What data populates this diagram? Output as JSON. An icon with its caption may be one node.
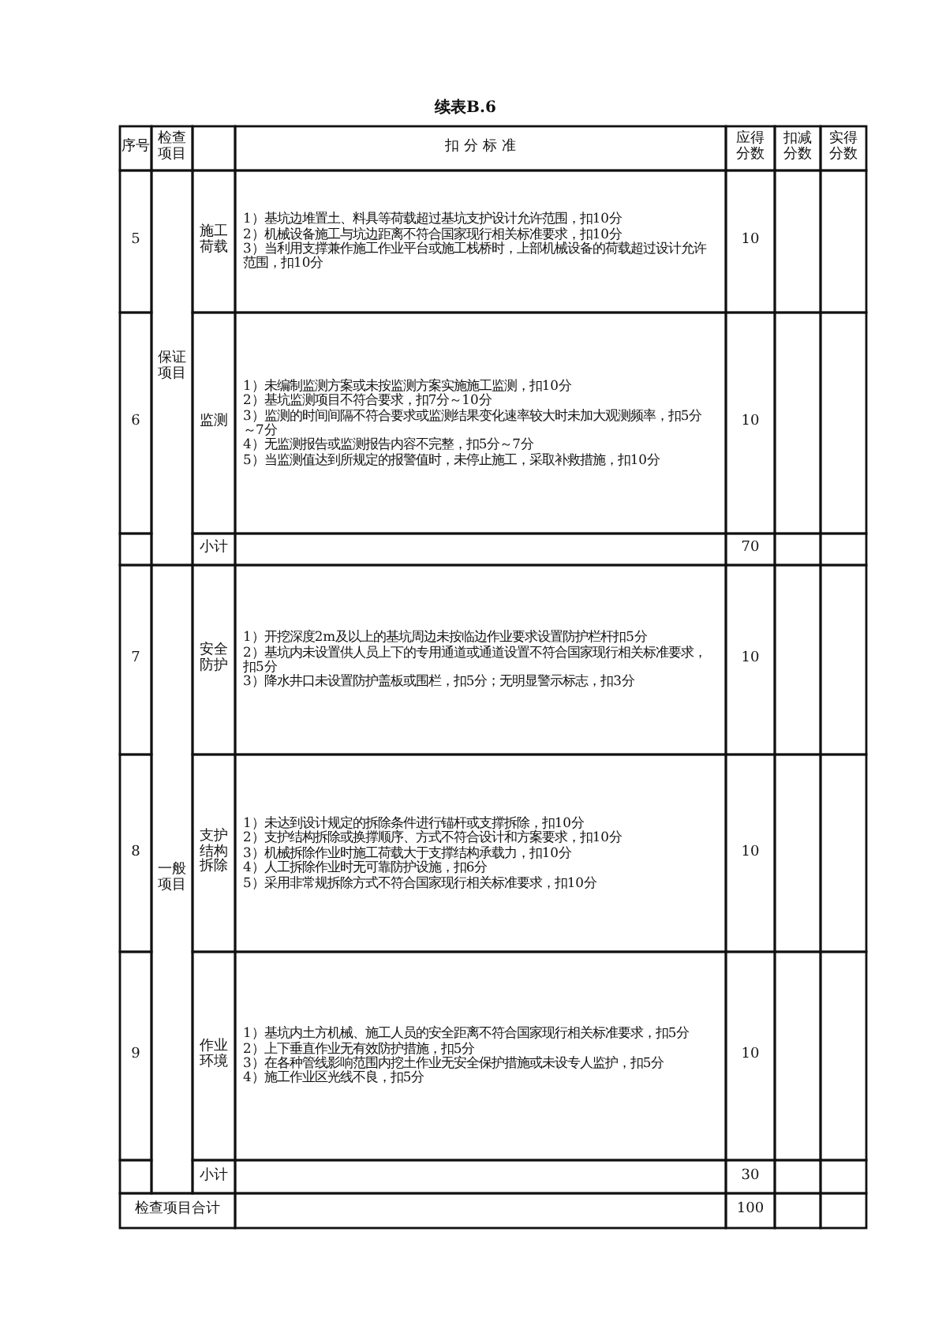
{
  "diagram": {
    "title": "续表B.6",
    "labels": [
      "序号",
      "检查项目",
      "扣 分 标 准",
      "应得分数",
      "扣减分数",
      "实得分数",
      "5",
      "保证项目",
      "施工荷载",
      "1）基坑边堆置土、料具等荷载超过基坑支护设计允许范围，扣10分",
      "2）机械设备施工与坑边距离不符合国家现行相关标准要求，扣10分",
      "3）当利用支撑兼作施工作业平台或施工栈桥时，上部机械设备的荷载超过设计允许范围，扣10分",
      "10",
      "6",
      "监测",
      "1）未编制监测方案或未按监测方案实施施工监测，扣10分",
      "2）基坑监测项目不符合要求，扣7分～10分",
      "3）监测的时间间隔不符合要求或监测结果变化速率较大时未加大观测频率，扣5分～7分",
      "4）无监测报告或监测报告内容不完整，扣5分～7分",
      "5）当监测值达到所规定的报警值时，未停止施工，采取补救措施，扣10分",
      "10",
      "小计",
      "70",
      "7",
      "一般项目",
      "安全防护",
      "1）开挖深度2m及以上的基坑周边未按临边作业要求设置防护栏杆扣5分",
      "2）基坑内未设置供人员上下的专用通道或通道设置不符合国家现行相关标准要求，扣5分",
      "3）降水井口未设置防护盖板或围栏，扣5分；无明显警示标志，扣3分",
      "10",
      "8",
      "支护结构拆除",
      "1）未达到设计规定的拆除条件进行锚杆或支撑拆除，扣10分",
      "2）支护结构拆除或换撑顺序、方式不符合设计和方案要求，扣10分",
      "3）机械拆除作业时施工荷载大于支撑结构承载力，扣10分",
      "4）人工拆除作业时无可靠防护设施，扣6分",
      "5）采用非常规拆除方式不符合国家现行相关标准要求，扣10分",
      "10",
      "9",
      "作业环境",
      "1）基坑内土方机械、施工人员的安全距离不符合国家现行相关标准要求，扣5分",
      "2）上下垂直作业无有效防护措施，扣5分",
      "3）在各种管线影响范围内挖土作业无安全保护措施或未设专人监护，扣5分",
      "4）施工作业区光线不良，扣5分",
      "10",
      "小计",
      "30",
      "检查项目合计",
      "100"
    ]
  }
}
